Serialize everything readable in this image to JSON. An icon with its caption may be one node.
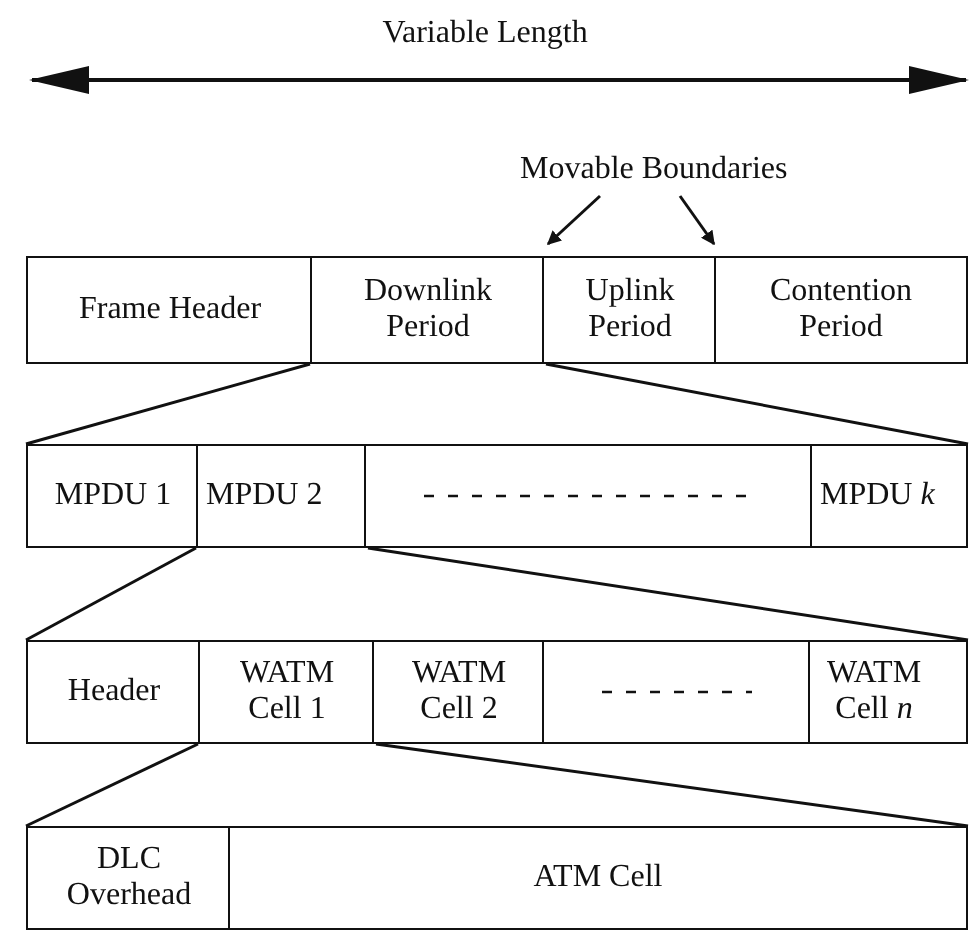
{
  "diagram": {
    "nodes": [
      {
        "text": [
          "Movable Boundaries"
        ]
      },
      {
        "text": [
          "Frame Header"
        ]
      },
      {
        "text": [
          "Downlink Period"
        ]
      },
      {
        "text": [
          "Uplink Period"
        ]
      },
      {
        "text": [
          "Contention Period"
        ]
      },
      {
        "text": [
          "MPDU 1"
        ]
      },
      {
        "text": [
          "MPDU 2"
        ]
      },
      {
        "text": [],
        "shape": "box"
      },
      {
        "text": [
          "MPDU *k*"
        ]
      },
      {
        "text": [
          "Header"
        ]
      },
      {
        "text": [
          "WATM Cell 1"
        ]
      },
      {
        "text": [
          "WATM Cell 2"
        ]
      },
      {
        "text": [],
        "shape": "box"
      },
      {
        "text": [
          "WATM Cell *n*"
        ]
      },
      {
        "text": [
          "DLC Overhead"
        ]
      },
      {
        "text": [
          "ATM Cell"
        ]
      }
    ],
    "edges": [
      {
        "from": 0,
        "to": 3,
        "arrow": "to"
      },
      {
        "from": 0,
        "to": 3,
        "arrow": "to"
      },
      {
        "from": 2,
        "to": 5,
        "arrow": "none"
      },
      {
        "from": 2,
        "to": 8,
        "arrow": "none"
      },
      {
        "from": 6,
        "to": 9,
        "arrow": "none"
      },
      {
        "from": 6,
        "to": 13,
        "arrow": "none"
      },
      {
        "from": 10,
        "to": 14,
        "arrow": "none"
      },
      {
        "from": 10,
        "to": 15,
        "arrow": "none"
      }
    ],
    "labels": [
      "Variable Length"
    ]
  }
}
